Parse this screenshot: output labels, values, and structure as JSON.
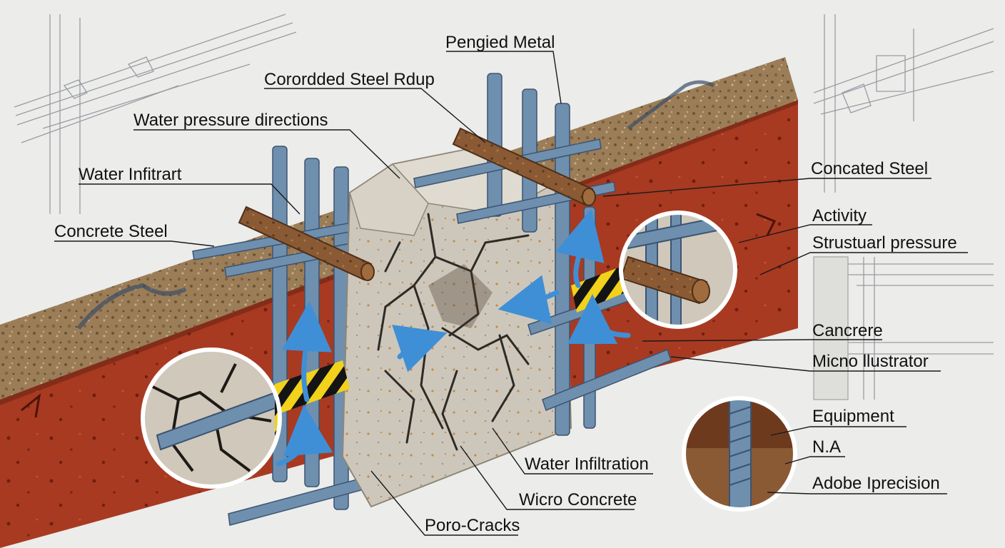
{
  "labels": {
    "pengied_metal": "Pengied Metal",
    "corroded_steel_rdup": "Corordded Steel Rdup",
    "water_pressure_directions": "Water pressure directions",
    "water_infiltrart": "Water Infitrart",
    "concrete_steel": "Concrete Steel",
    "concated_steel": "Concated Steel",
    "activity": "Activity",
    "structural_pressure": "Strustuarl pressure",
    "cancrere": "Cancrere",
    "micno_illustrator": "Micno llustrator",
    "equipment": "Equipment",
    "na": "N.A",
    "adobe_iprecision": "Adobe Iprecision",
    "water_infiltration": "Water Infiltration",
    "wicro_concrete": "Wicro Concrete",
    "poro_cracks": "Poro-Cracks"
  },
  "colors": {
    "background": "#ececea",
    "wall_red": "#a83a22",
    "wall_top": "#9c7e5a",
    "concrete": "#cdc7bb",
    "rebar": "#6f8fae",
    "wood": "#8a5a35",
    "water_arrow": "#3f8fd6",
    "hazard_yellow": "#f2d21a"
  }
}
